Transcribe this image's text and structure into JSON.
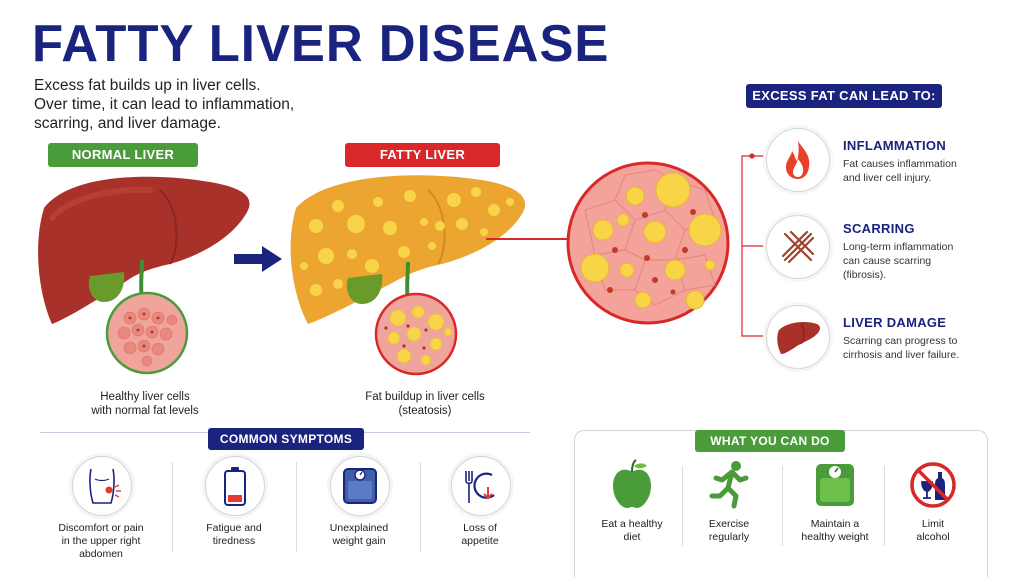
{
  "title": "FATTY LIVER DISEASE",
  "intro": [
    "Excess fat builds up in liver cells.",
    "Over time, it can lead to inflammation,",
    "scarring, and liver damage."
  ],
  "normal_liver": {
    "label": "NORMAL LIVER",
    "caption": [
      "Healthy liver cells",
      "with normal fat levels"
    ]
  },
  "fatty_liver": {
    "label": "FATTY LIVER",
    "caption": [
      "Fat buildup in liver cells",
      "(steatosis)"
    ]
  },
  "effects": {
    "header": "EXCESS FAT CAN LEAD TO:",
    "items": [
      {
        "icon": "flame-icon",
        "title": "INFLAMMATION",
        "desc": [
          "Fat causes inflammation",
          "and liver cell injury."
        ]
      },
      {
        "icon": "scarring-icon",
        "title": "SCARRING",
        "desc": [
          "Long-term inflammation",
          "can cause scarring",
          "(fibrosis)."
        ]
      },
      {
        "icon": "liver-icon",
        "title": "LIVER DAMAGE",
        "desc": [
          "Scarring can progress to",
          "cirrhosis and liver failure."
        ]
      }
    ]
  },
  "symptoms": {
    "header": "COMMON SYMPTOMS",
    "items": [
      {
        "icon": "abdomen-pain-icon",
        "label": [
          "Discomfort or pain",
          "in the upper right",
          "abdomen"
        ]
      },
      {
        "icon": "low-battery-icon",
        "label": [
          "Fatigue and",
          "tiredness"
        ]
      },
      {
        "icon": "scale-icon",
        "label": [
          "Unexplained",
          "weight gain"
        ]
      },
      {
        "icon": "loss-of-appetite-icon",
        "label": [
          "Loss of",
          "appetite"
        ]
      }
    ]
  },
  "actions": {
    "header": "WHAT YOU CAN DO",
    "items": [
      {
        "icon": "apple-icon",
        "label": [
          "Eat a healthy",
          "diet"
        ]
      },
      {
        "icon": "running-icon",
        "label": [
          "Exercise",
          "regularly"
        ]
      },
      {
        "icon": "scale-icon",
        "label": [
          "Maintain a",
          "healthy weight"
        ]
      },
      {
        "icon": "no-alcohol-icon",
        "label": [
          "Limit",
          "alcohol"
        ]
      }
    ]
  },
  "colors": {
    "navy": "#1a237e",
    "green": "#4a9b3a",
    "red": "#d8282a",
    "normal_liver": "#a8322a",
    "fatty_liver": "#eda531",
    "fat_droplet": "#f8d548"
  }
}
